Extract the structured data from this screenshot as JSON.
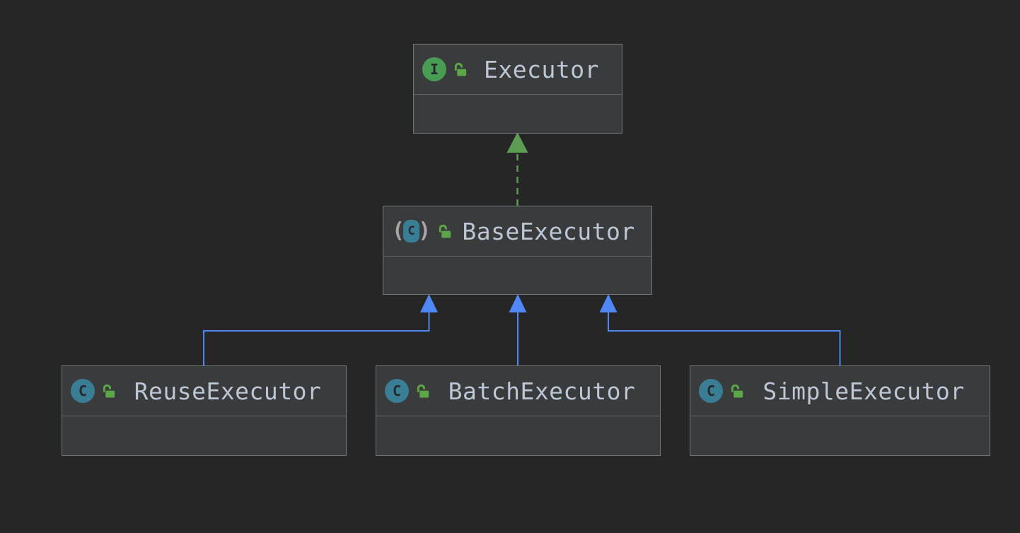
{
  "canvas": {
    "background_color": "#262627",
    "node_fill_color": "#393B3D",
    "node_border_color": "#747779",
    "label_color": "#BDC7D4"
  },
  "icons": {
    "interface_letter": "I",
    "class_letter": "C",
    "paren_open": "(",
    "paren_close": ")",
    "interface_badge_color": "#499C54",
    "class_badge_color": "#3A7E96",
    "lock_color": "#5DA647"
  },
  "nodes": [
    {
      "label": "Executor",
      "kind": "interface",
      "visibility": "public"
    },
    {
      "label": "BaseExecutor",
      "kind": "abstract class",
      "visibility": "public"
    },
    {
      "label": "ReuseExecutor",
      "kind": "class",
      "visibility": "public"
    },
    {
      "label": "BatchExecutor",
      "kind": "class",
      "visibility": "public"
    },
    {
      "label": "SimpleExecutor",
      "kind": "class",
      "visibility": "public"
    }
  ],
  "edges": [
    {
      "from": "BaseExecutor",
      "to": "Executor",
      "type": "realization",
      "line": "dashed",
      "color": "#5C9C53"
    },
    {
      "from": "ReuseExecutor",
      "to": "BaseExecutor",
      "type": "inheritance",
      "line": "solid",
      "color": "#4F87F5"
    },
    {
      "from": "BatchExecutor",
      "to": "BaseExecutor",
      "type": "inheritance",
      "line": "solid",
      "color": "#4F87F5"
    },
    {
      "from": "SimpleExecutor",
      "to": "BaseExecutor",
      "type": "inheritance",
      "line": "solid",
      "color": "#4F87F5"
    }
  ]
}
